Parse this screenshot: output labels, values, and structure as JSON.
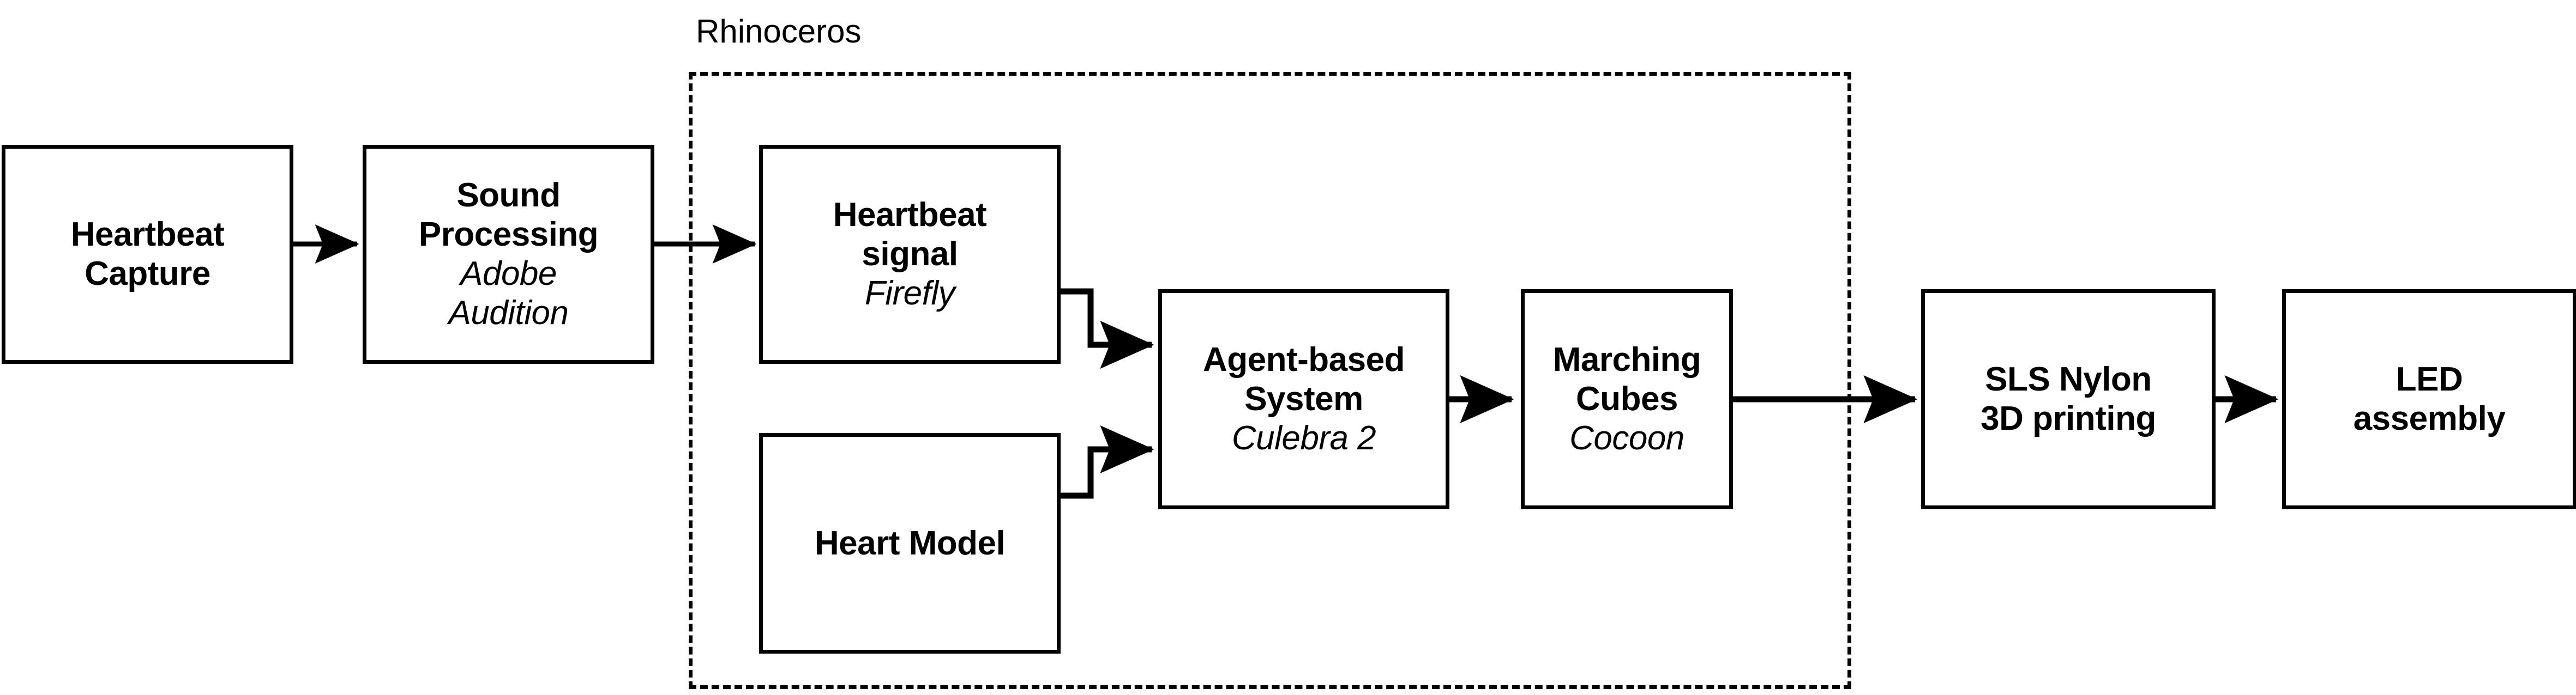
{
  "diagram": {
    "type": "flowchart",
    "orientation": "left-to-right",
    "background_color": "#ffffff",
    "line_color": "#000000",
    "group": {
      "label": "Rhinoceros",
      "border_style": "dashed"
    },
    "nodes": [
      {
        "id": "heartbeat-capture",
        "title": "Heartbeat\nCapture",
        "subtitle": "",
        "in_group": false
      },
      {
        "id": "sound-processing",
        "title": "Sound\nProcessing",
        "subtitle": "Adobe\nAudition",
        "in_group": false
      },
      {
        "id": "heartbeat-signal",
        "title": "Heartbeat\nsignal",
        "subtitle": "Firefly",
        "in_group": true
      },
      {
        "id": "heart-model",
        "title": "Heart Model",
        "subtitle": "",
        "in_group": true
      },
      {
        "id": "agent-based-system",
        "title": "Agent-based\nSystem",
        "subtitle": "Culebra 2",
        "in_group": true
      },
      {
        "id": "marching-cubes",
        "title": "Marching\nCubes",
        "subtitle": "Cocoon",
        "in_group": true
      },
      {
        "id": "sls-nylon-3d-printing",
        "title": "SLS Nylon\n3D printing",
        "subtitle": "",
        "in_group": false
      },
      {
        "id": "led-assembly",
        "title": "LED\nassembly",
        "subtitle": "",
        "in_group": false
      }
    ],
    "edges": [
      {
        "from": "heartbeat-capture",
        "to": "sound-processing",
        "style": "straight-arrow"
      },
      {
        "from": "sound-processing",
        "to": "heartbeat-signal",
        "style": "straight-arrow"
      },
      {
        "from": "heartbeat-signal",
        "to": "agent-based-system",
        "style": "elbow-arrow"
      },
      {
        "from": "heart-model",
        "to": "agent-based-system",
        "style": "elbow-arrow"
      },
      {
        "from": "agent-based-system",
        "to": "marching-cubes",
        "style": "straight-arrow"
      },
      {
        "from": "marching-cubes",
        "to": "sls-nylon-3d-printing",
        "style": "straight-arrow"
      },
      {
        "from": "sls-nylon-3d-printing",
        "to": "led-assembly",
        "style": "straight-arrow"
      }
    ]
  }
}
